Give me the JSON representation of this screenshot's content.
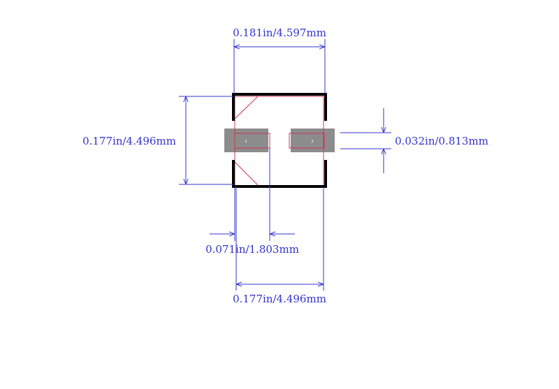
{
  "dimensions": {
    "top_width": "0.181in/4.597mm",
    "left_height": "0.177in/4.496mm",
    "pad_height": "0.032in/0.813mm",
    "pad_width": "0.071in/1.803mm",
    "bottom_width": "0.177in/4.496mm"
  },
  "pads": {
    "pad1_label": "1",
    "pad2_label": "2"
  },
  "colors": {
    "dimension": "#3333cc",
    "outline": "#000000",
    "courtyard": "#cc3355",
    "pad_fill": "#8c8c8c"
  }
}
